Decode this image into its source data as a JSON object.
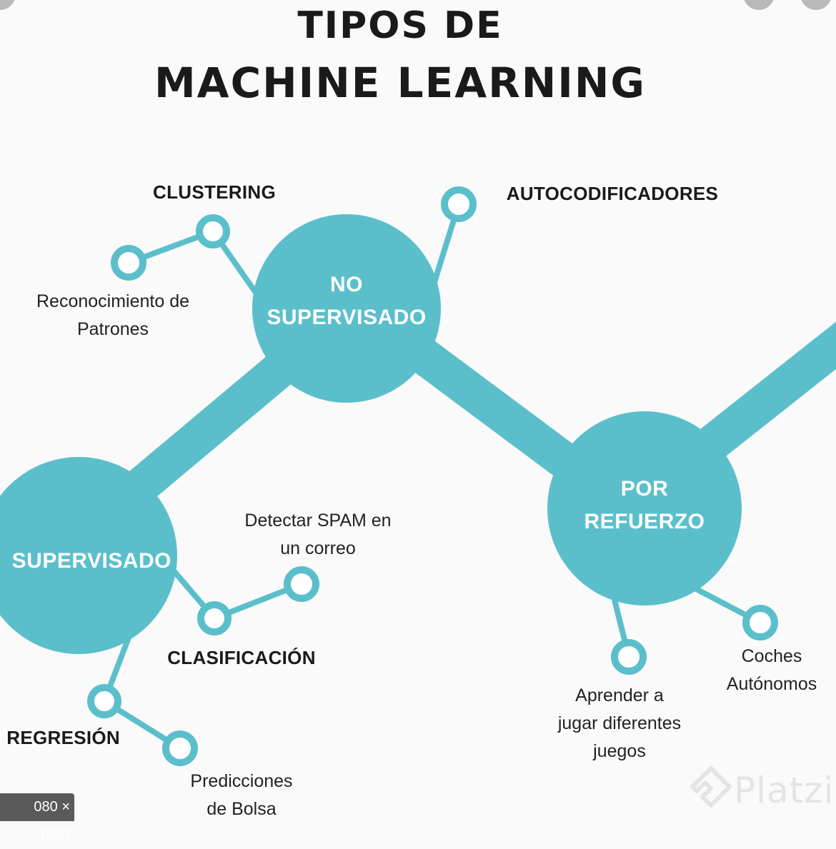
{
  "title": {
    "line1": "TIPOS DE",
    "line2": "MACHINE LEARNING"
  },
  "nodes": {
    "supervisado": "SUPERVISADO",
    "no_supervisado": [
      "NO",
      "SUPERVISADO"
    ],
    "por_refuerzo": [
      "POR",
      "REFUERZO"
    ]
  },
  "labels": {
    "clustering": "CLUSTERING",
    "reconocimiento": [
      "Reconocimiento de",
      "Patrones"
    ],
    "autocodificadores": "AUTOCODIFICADORES",
    "detectar_spam": [
      "Detectar SPAM en",
      "un correo"
    ],
    "clasificacion": "CLASIFICACIÓN",
    "regresion": "REGRESIÓN",
    "predicciones": [
      "Predicciones",
      "de Bolsa"
    ],
    "aprender": [
      "Aprender a",
      "jugar diferentes",
      "juegos"
    ],
    "coches": [
      "Coches",
      "Autónomos"
    ]
  },
  "image_badge": "080 × 1080",
  "watermark": "Platzi",
  "colors": {
    "teal": "#5bbfcb",
    "text": "#1a1a1a",
    "background": "#fafafa"
  }
}
